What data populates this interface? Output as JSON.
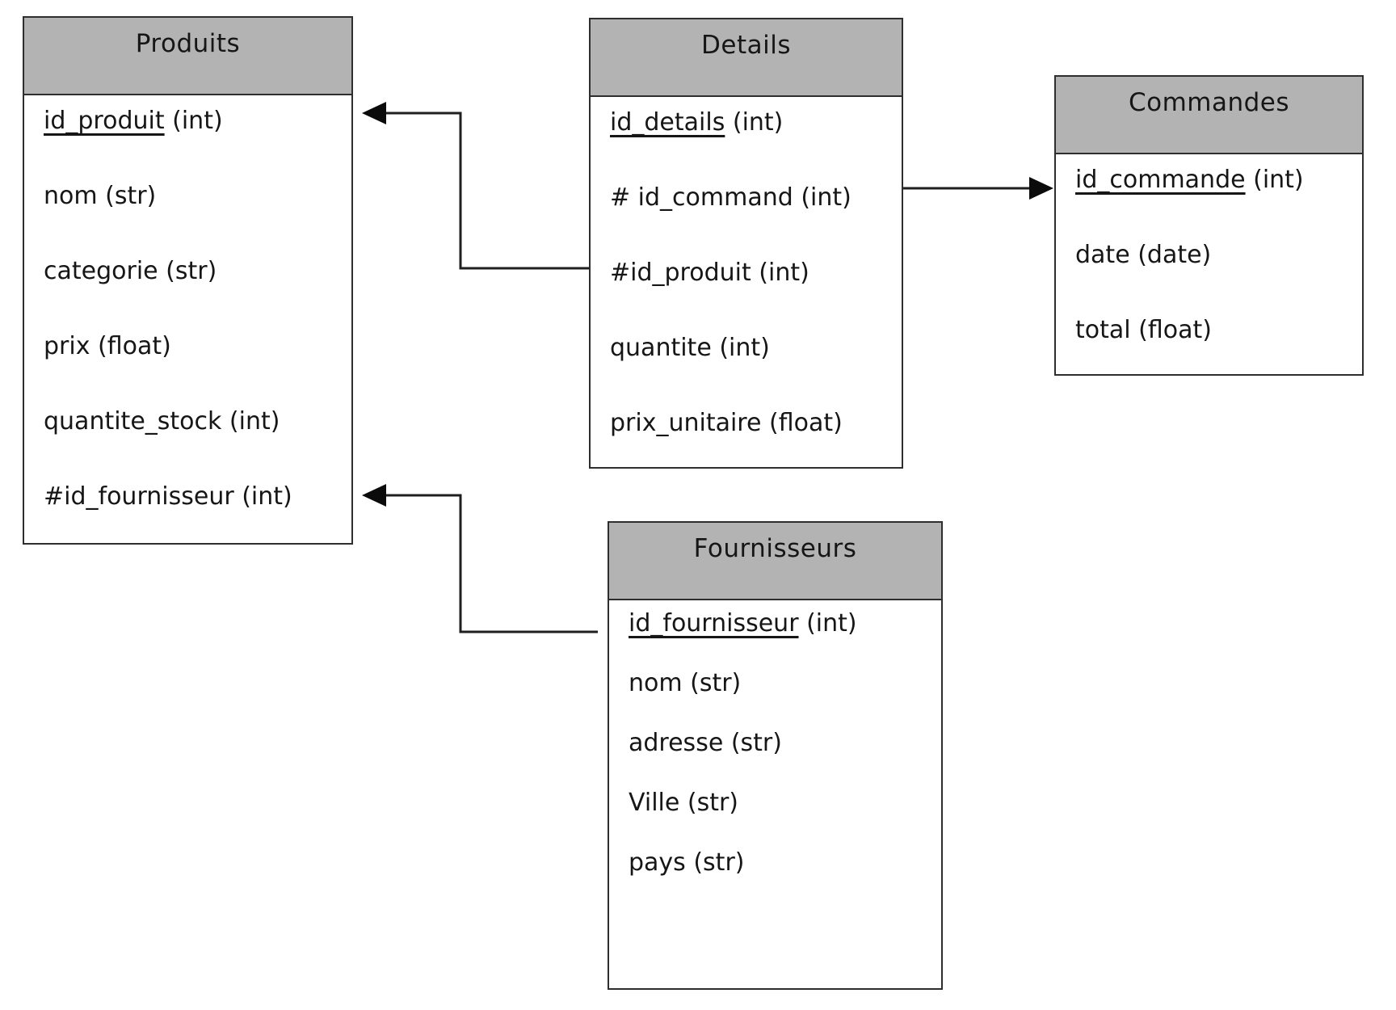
{
  "diagram": {
    "kind": "entity-relationship-diagram",
    "colors": {
      "background": "#ffffff",
      "header_fill": "#b3b3b3",
      "border": "#2e2e2e",
      "wire": "#1f1f1f",
      "text": "#161616"
    },
    "tables": [
      {
        "id": "produits",
        "title": "Produits",
        "fields": [
          {
            "name": "id_produit",
            "type": "(int)",
            "pk": true
          },
          {
            "name": "nom",
            "type": "(str)",
            "pk": false
          },
          {
            "name": "categorie",
            "type": "(str)",
            "pk": false
          },
          {
            "name": "prix",
            "type": "(float)",
            "pk": false
          },
          {
            "name": "quantite_stock",
            "type": "(int)",
            "pk": false
          },
          {
            "name": "#id_fournisseur",
            "type": "(int)",
            "pk": false
          }
        ]
      },
      {
        "id": "details",
        "title": "Details",
        "fields": [
          {
            "name": "id_details",
            "type": "(int)",
            "pk": true
          },
          {
            "name": "# id_command",
            "type": "(int)",
            "pk": false
          },
          {
            "name": "#id_produit",
            "type": "(int)",
            "pk": false
          },
          {
            "name": "quantite",
            "type": "(int)",
            "pk": false
          },
          {
            "name": "prix_unitaire",
            "type": "(float)",
            "pk": false
          }
        ]
      },
      {
        "id": "commandes",
        "title": "Commandes",
        "fields": [
          {
            "name": "id_commande",
            "type": "(int)",
            "pk": true
          },
          {
            "name": "date",
            "type": "(date)",
            "pk": false
          },
          {
            "name": "total",
            "type": "(float)",
            "pk": false
          }
        ]
      },
      {
        "id": "fournisseurs",
        "title": "Fournisseurs",
        "fields": [
          {
            "name": "id_fournisseur",
            "type": "(int)",
            "pk": true
          },
          {
            "name": "nom",
            "type": "(str)",
            "pk": false
          },
          {
            "name": "adresse",
            "type": "(str)",
            "pk": false
          },
          {
            "name": "Ville",
            "type": "(str)",
            "pk": false
          },
          {
            "name": "pays",
            "type": "(str)",
            "pk": false
          }
        ]
      }
    ],
    "connectors": [
      {
        "from": "Details.#id_produit",
        "to": "Produits.id_produit",
        "arrow": "into Produits"
      },
      {
        "from": "Details.# id_command",
        "to": "Commandes.id_commande",
        "arrow": "into Commandes"
      },
      {
        "from": "Fournisseurs.id_fournisseur",
        "to": "Produits.#id_fournisseur",
        "arrow": "into Produits"
      }
    ]
  }
}
